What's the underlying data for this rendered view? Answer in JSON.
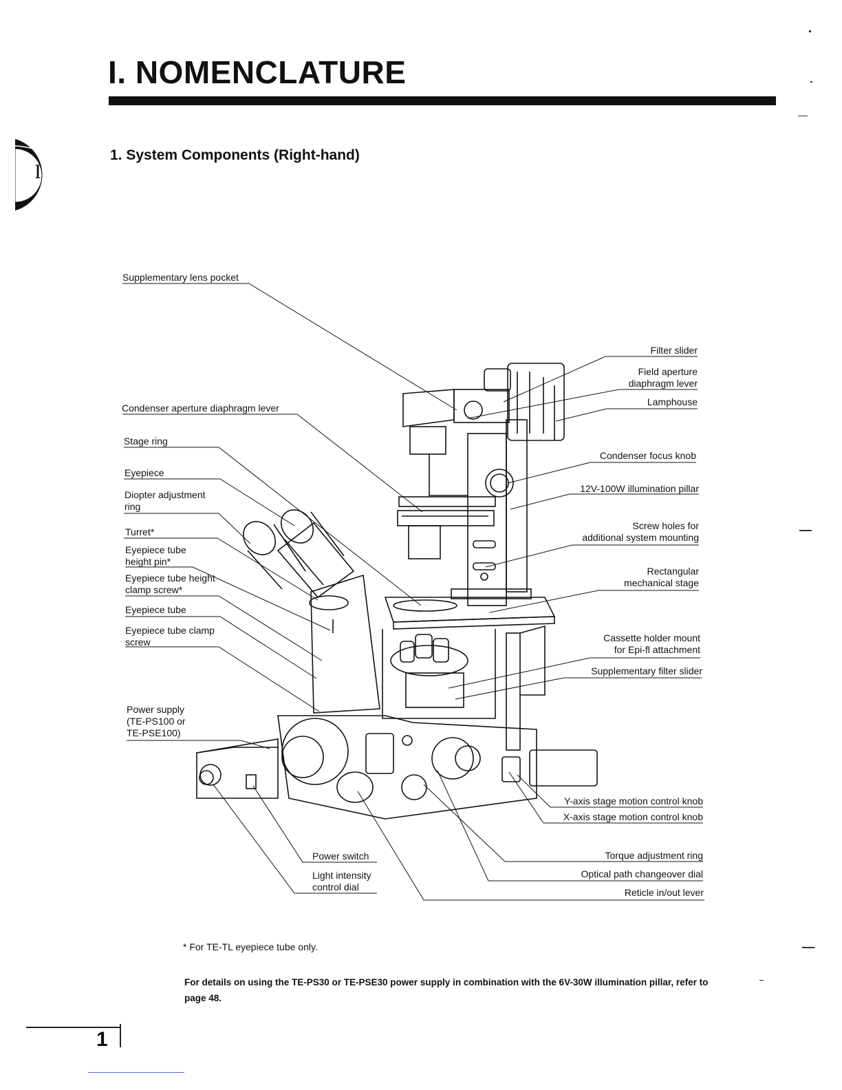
{
  "page": {
    "title": "I. NOMENCLATURE",
    "section_heading": "1. System Components (Right-hand)",
    "tab_letter": "I",
    "page_number": "1"
  },
  "labels_left": [
    {
      "id": "supplementary-lens-pocket",
      "text": "Supplementary lens pocket"
    },
    {
      "id": "condenser-aperture-diaphragm-lever",
      "text": "Condenser aperture diaphragm lever"
    },
    {
      "id": "stage-ring",
      "text": "Stage ring"
    },
    {
      "id": "eyepiece",
      "text": "Eyepiece"
    },
    {
      "id": "diopter-adjustment-ring",
      "text": "Diopter adjustment\nring"
    },
    {
      "id": "turret",
      "text": "Turret*"
    },
    {
      "id": "eyepiece-tube-height-pin",
      "text": "Eyepiece tube\nheight pin*"
    },
    {
      "id": "eyepiece-tube-height-clamp-screw",
      "text": "Eyepiece tube height\nclamp screw*"
    },
    {
      "id": "eyepiece-tube",
      "text": "Eyepiece tube"
    },
    {
      "id": "eyepiece-tube-clamp-screw",
      "text": "Eyepiece tube clamp\nscrew"
    },
    {
      "id": "power-supply",
      "text": "Power supply\n(TE-PS100 or\nTE-PSE100)"
    }
  ],
  "labels_right": [
    {
      "id": "filter-slider",
      "text": "Filter slider"
    },
    {
      "id": "field-aperture-diaphragm-lever",
      "text": "Field aperture\ndiaphragm lever"
    },
    {
      "id": "lamphouse",
      "text": "Lamphouse"
    },
    {
      "id": "condenser-focus-knob",
      "text": "Condenser focus knob"
    },
    {
      "id": "illumination-pillar",
      "text": "12V-100W illumination pillar"
    },
    {
      "id": "screw-holes",
      "text": "Screw holes for\nadditional system mounting"
    },
    {
      "id": "rectangular-mechanical-stage",
      "text": "Rectangular\nmechanical stage"
    },
    {
      "id": "cassette-holder-mount",
      "text": "Cassette holder mount\nfor Epi-fl attachment"
    },
    {
      "id": "supplementary-filter-slider",
      "text": "Supplementary filter slider"
    },
    {
      "id": "y-axis-knob",
      "text": "Y-axis stage motion control knob"
    },
    {
      "id": "x-axis-knob",
      "text": "X-axis stage motion control knob"
    },
    {
      "id": "torque-adjustment-ring",
      "text": "Torque adjustment ring"
    },
    {
      "id": "optical-path-changeover-dial",
      "text": "Optical path changeover dial"
    },
    {
      "id": "reticle-lever",
      "text": "Reticle in/out lever"
    }
  ],
  "labels_bottom": [
    {
      "id": "power-switch",
      "text": "Power switch"
    },
    {
      "id": "light-intensity-dial",
      "text": "Light intensity\ncontrol dial"
    }
  ],
  "footnotes": {
    "asterisk_note": "* For TE-TL eyepiece tube only.",
    "details_note": "For details on using the TE-PS30 or TE-PSE30 power supply in combination with the 6V-30W illumination pillar, refer to page 48."
  }
}
